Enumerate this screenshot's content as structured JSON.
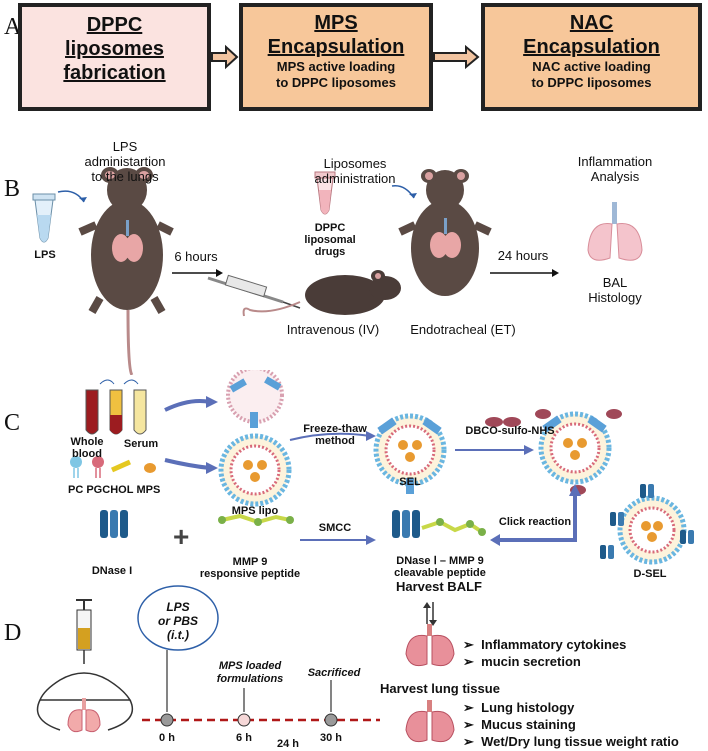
{
  "panels": {
    "a": "A",
    "b": "B",
    "c": "C",
    "d": "D"
  },
  "panel_a": {
    "box1": {
      "title_line1": "DPPC",
      "title_line2": "liposomes",
      "title_line3": "fabrication"
    },
    "box2": {
      "title_line1": "MPS",
      "title_line2": "Encapsulation",
      "sub_line1": "MPS active loading",
      "sub_line2": "to DPPC liposomes"
    },
    "box3": {
      "title_line1": "NAC",
      "title_line2": "Encapsulation",
      "sub_line1": "NAC active loading",
      "sub_line2": "to DPPC liposomes"
    },
    "colors": {
      "box1": "#fbe3e0",
      "box2": "#f7c79a",
      "box3": "#f7c79a",
      "arrow": "#f2c4a0"
    }
  },
  "panel_b": {
    "lps_admin_line1": "LPS",
    "lps_admin_line2": "administartion",
    "lps_admin_line3": "to the lungs",
    "lps_tube": "LPS",
    "six_hours": "6 hours",
    "lipo_admin_line1": "Liposomes",
    "lipo_admin_line2": "administration",
    "dppc_line1": "DPPC",
    "dppc_line2": "liposomal",
    "dppc_line3": "drugs",
    "iv": "Intravenous (IV)",
    "et": "Endotracheal (ET)",
    "twentyfour_hours": "24 hours",
    "infl_line1": "Inflammation",
    "infl_line2": "Analysis",
    "bal": "BAL",
    "histology": "Histology"
  },
  "panel_c": {
    "whole_blood_line1": "Whole",
    "whole_blood_line2": "blood",
    "serum": "Serum",
    "pc": "PC",
    "pg": "PG",
    "chol": "CHOL",
    "mps": "MPS",
    "mps_lipo": "MPS lipo",
    "freeze_line1": "Freeze-thaw",
    "freeze_line2": "method",
    "sel": "SEL",
    "dbco": "DBCO-sulfo-NHS",
    "smcc": "SMCC",
    "click": "Click reaction",
    "dnase": "DNase I",
    "mmp_line1": "MMP 9",
    "mmp_line2": "responsive peptide",
    "dnase_mmp_line1": "DNase Ⅰ – MMP 9",
    "dnase_mmp_line2": "cleavable peptide",
    "dsel": "D-SEL",
    "plus": "+"
  },
  "panel_d": {
    "lps_line1": "LPS",
    "lps_line2": "or PBS (i.t.)",
    "mps_form_line1": "MPS loaded",
    "mps_form_line2": "formulations",
    "sacrificed": "Sacrificed",
    "t0": "0 h",
    "t6": "6 h",
    "t30": "30 h",
    "t24": "24 h",
    "harvest_balf": "Harvest BALF",
    "balf_items": [
      "Inflammatory cytokines",
      "mucin secretion"
    ],
    "harvest_lung": "Harvest lung tissue",
    "lung_items": [
      "Lung histology",
      "Mucus staining",
      "Wet/Dry lung tissue weight ratio"
    ],
    "bullet": "➢"
  }
}
